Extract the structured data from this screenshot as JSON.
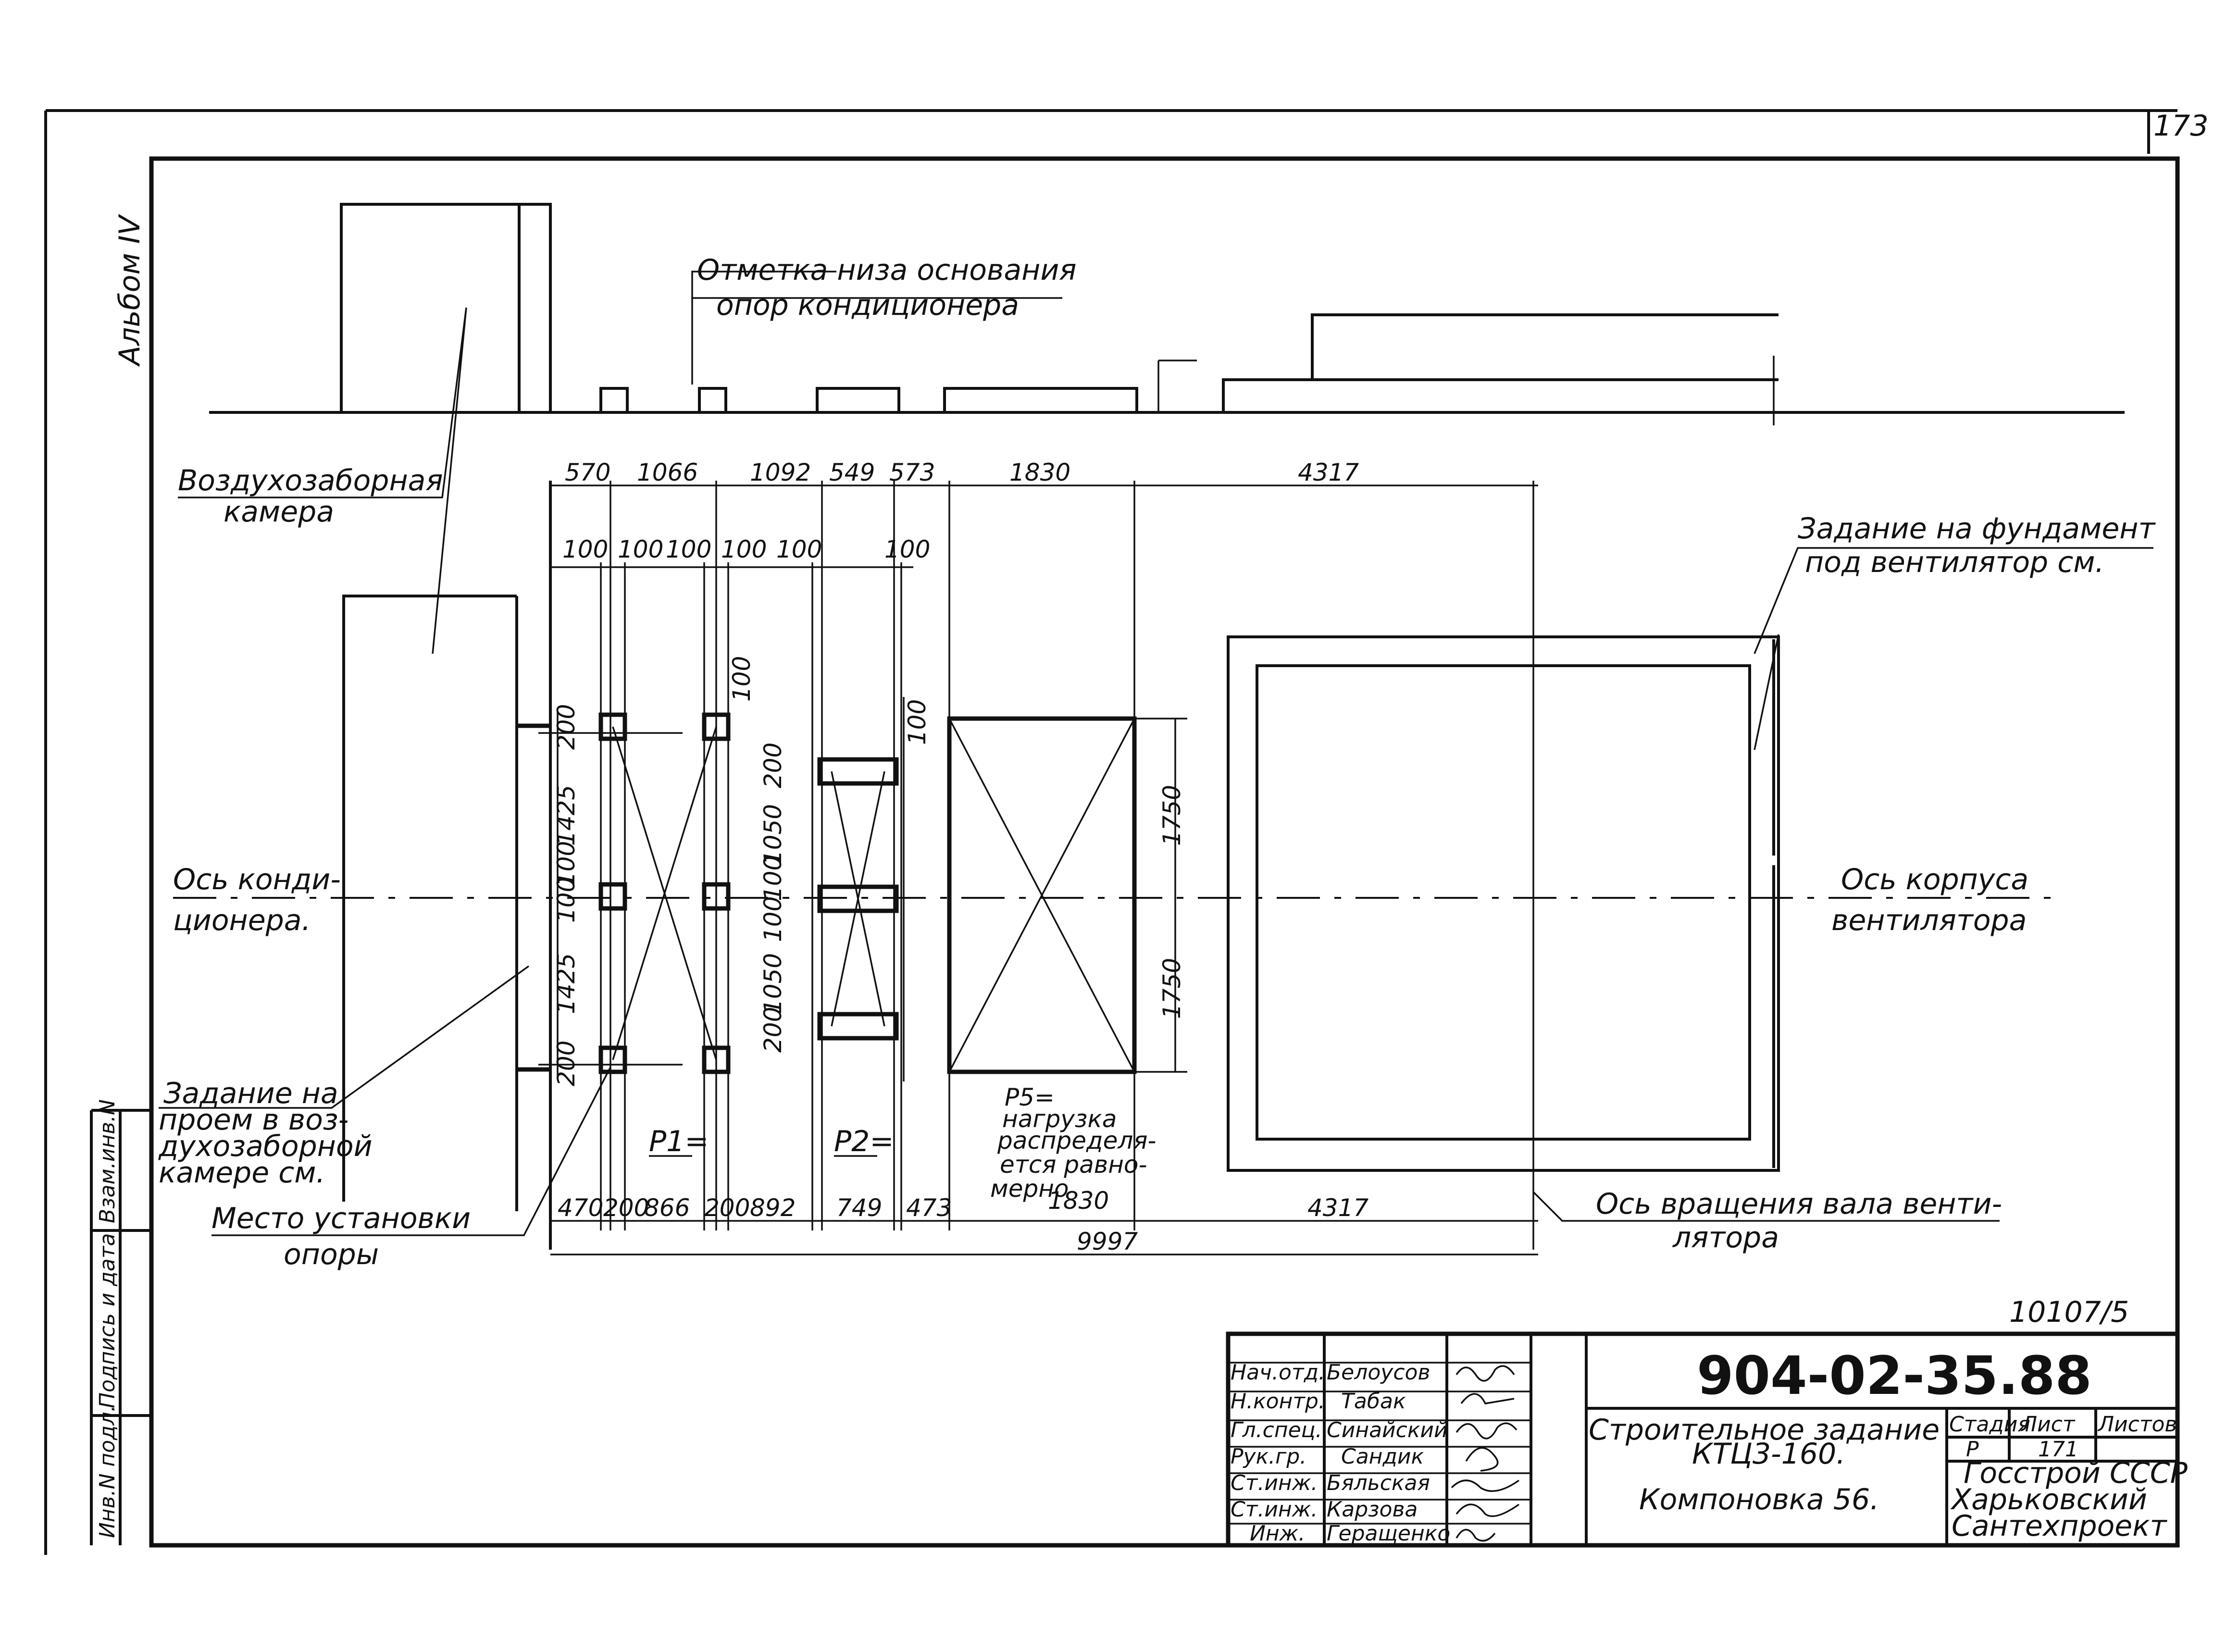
{
  "page_number": "173",
  "album": "Альбом IV",
  "labels": {
    "mark_line1": "Отметка низа основания",
    "mark_line2": "опор кондиционера",
    "intake_line1": "Воздухозаборная",
    "intake_line2": "камера",
    "foundation_line1": "Задание на фундамент",
    "foundation_line2": "под вентилятор см.",
    "cond_axis_line1": "Ось конди-",
    "cond_axis_line2": "ционера.",
    "fan_axis_line1": "Ось корпуса",
    "fan_axis_line2": "вентилятора",
    "opening_line1": "Задание на",
    "opening_line2": "проем в воз-",
    "opening_line3": "духозаборной",
    "opening_line4": "камере см.",
    "support_line1": "Место установки",
    "support_line2": "опоры",
    "shaft_line1": "Ось вращения вала венти-",
    "shaft_line2": "лятора",
    "p1": "P1=",
    "p2": "P2=",
    "p5_line1": "P5=",
    "p5_line2": "нагрузка",
    "p5_line3": "распределя-",
    "p5_line4": "ется равно-",
    "p5_line5": "мерно"
  },
  "dims_top": [
    "570",
    "1066",
    "1092",
    "549",
    "573",
    "1830",
    "4317"
  ],
  "dims_small_top": [
    "100",
    "100",
    "100",
    "100",
    "100",
    "100"
  ],
  "dims_left": [
    "200",
    "1425",
    "100",
    "100",
    "1425",
    "200"
  ],
  "dims_mid": [
    "100",
    "200",
    "1050",
    "100",
    "100",
    "1050",
    "200",
    "100"
  ],
  "dims_right": [
    "1750",
    "1750"
  ],
  "dims_bottom": [
    "470",
    "200",
    "866",
    "200",
    "892",
    "749",
    "473",
    "1830",
    "4317"
  ],
  "dim_total": "9997",
  "drawing_code": "10107/5",
  "side_stamp": {
    "inv_no": "Инв.N подл.",
    "sign_date": "Подпись и дата",
    "replace_inv": "Взам.инв.N"
  },
  "title_block": {
    "roles": [
      "Нач.отд.",
      "Н.контр.",
      "Гл.спец.",
      "Рук.гр.",
      "Ст.инж.",
      "Ст.инж.",
      "Инж."
    ],
    "names": [
      "Белоусов",
      "Табак",
      "Синайский",
      "Сандик",
      "Бяльская",
      "Карзова",
      "Геращенко"
    ],
    "doc_number": "904-02-35.88",
    "title_line1": "Строительное задание",
    "title_line2": "КТЦ3-160.",
    "title_line3": "Компоновка 56.",
    "stage_label": "Стадия",
    "sheet_label": "Лист",
    "sheets_label": "Листов",
    "stage": "Р",
    "sheet": "171",
    "org_line1": "Госстрой СССР",
    "org_line2": "Харьковский",
    "org_line3": "Сантехпроект"
  }
}
